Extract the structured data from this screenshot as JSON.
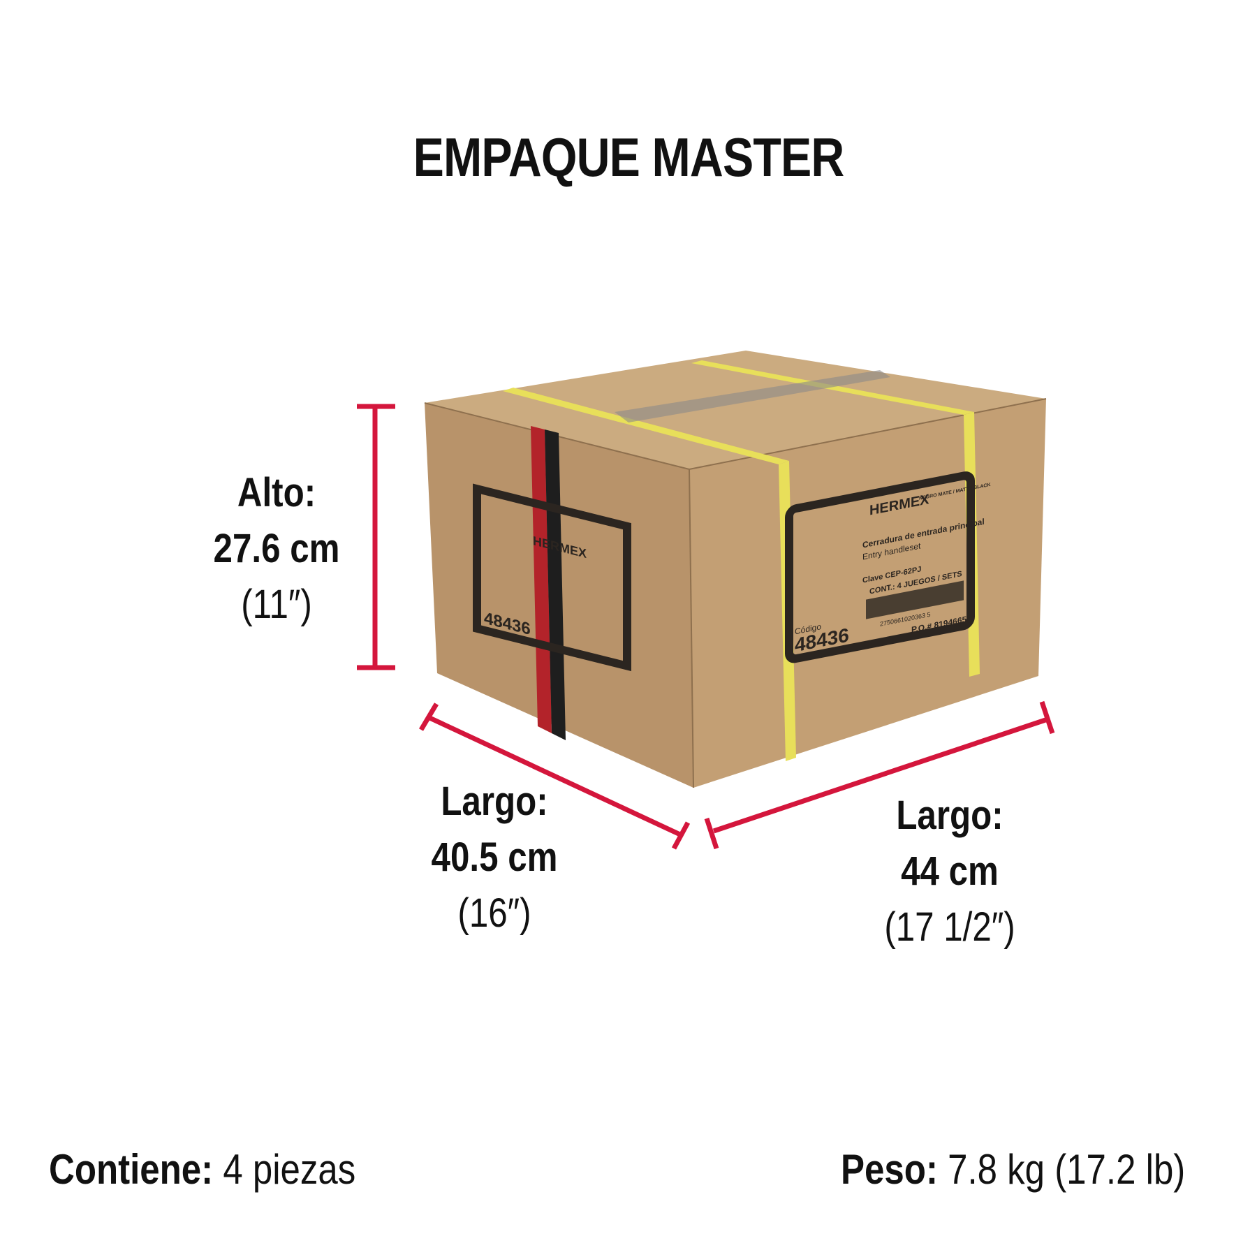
{
  "title": "EMPAQUE MASTER",
  "dimensions": {
    "alto": {
      "label": "Alto:",
      "metric": "27.6 cm",
      "imperial": "(11″)"
    },
    "largo_left": {
      "label": "Largo:",
      "metric": "40.5 cm",
      "imperial": "(16″)"
    },
    "largo_right": {
      "label": "Largo:",
      "metric": "44 cm",
      "imperial": "(17 1/2″)"
    }
  },
  "footer": {
    "contiene_label": "Contiene:",
    "contiene_value": "4 piezas",
    "peso_label": "Peso:",
    "peso_value": "7.8 kg (17.2 lb)"
  },
  "box_label": {
    "brand": "HERMEX",
    "finish": "NEGRO MATE / MATTE BLACK",
    "product_es": "Cerradura de entrada principal",
    "product_en": "Entry handleset",
    "clave": "Clave CEP-62PJ",
    "contents": "CONT.: 4 JUEGOS / SETS",
    "codigo_label": "Código",
    "codigo": "48436",
    "barcode": "2750661020363 5",
    "po": "P.O.# 8194665"
  },
  "colors": {
    "dimension_line": "#d4163c",
    "cardboard": "#c29e72",
    "strap": "#e8df5a"
  }
}
